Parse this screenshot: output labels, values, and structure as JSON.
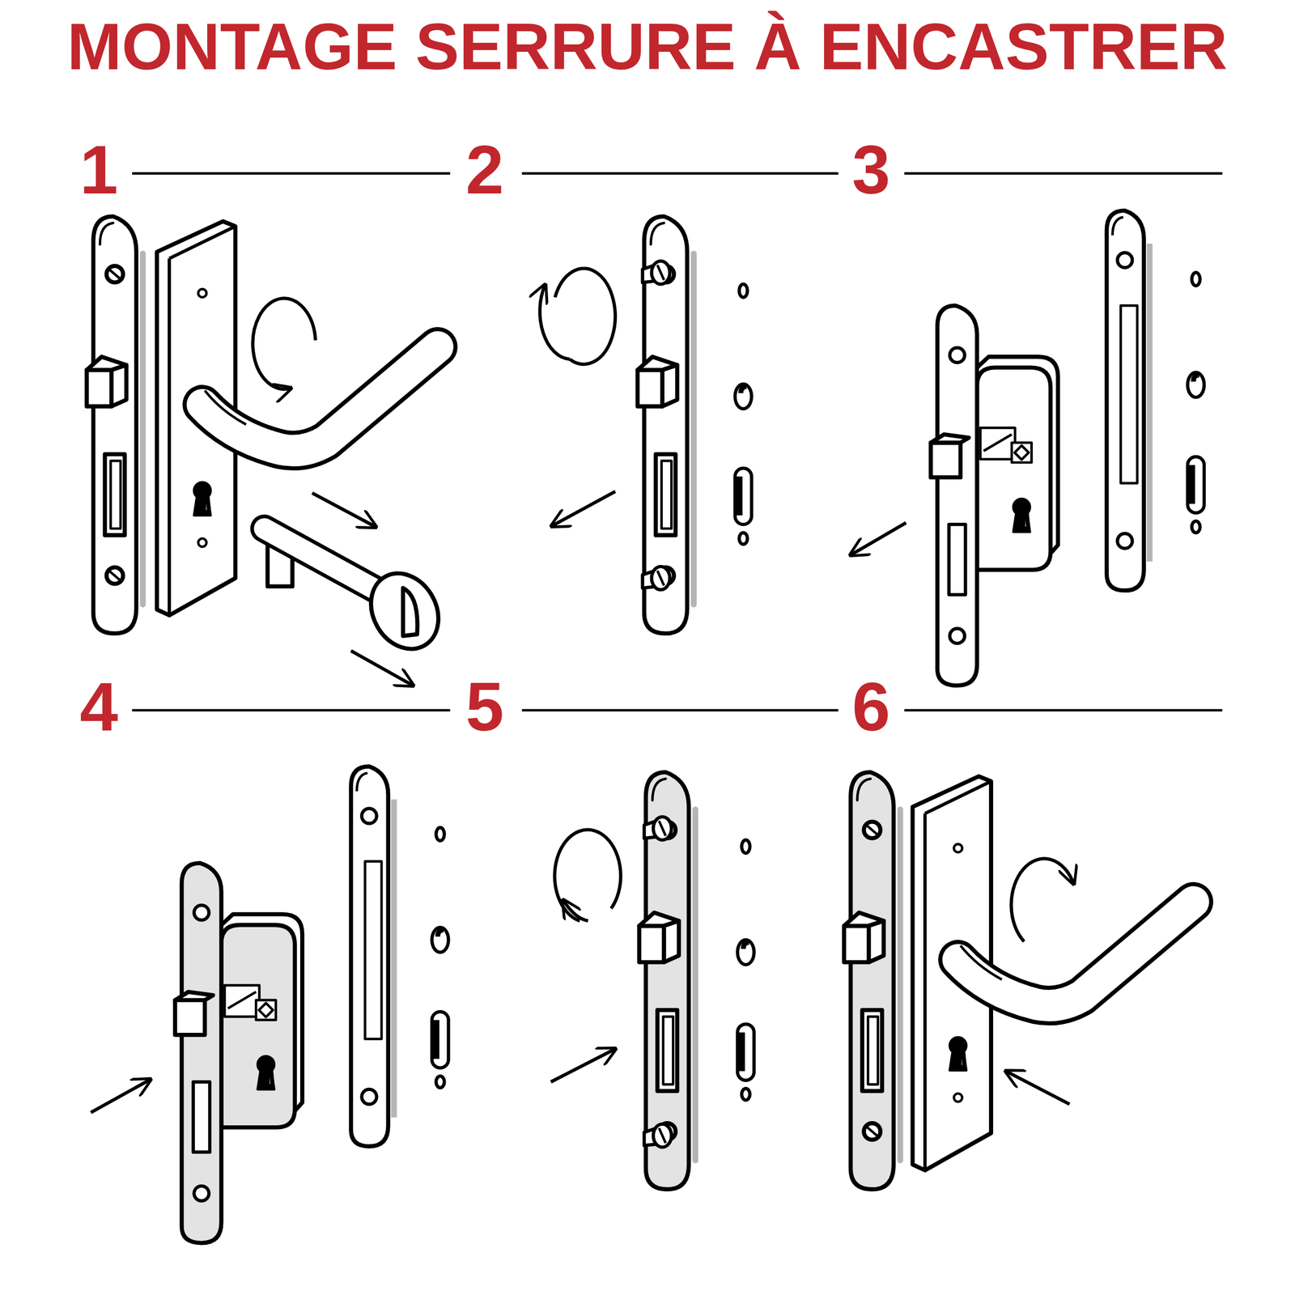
{
  "diagram": {
    "title": "MONTAGE SERRURE À ENCASTRER",
    "labels": [
      "1",
      "2",
      "3",
      "4",
      "5",
      "6"
    ]
  }
}
